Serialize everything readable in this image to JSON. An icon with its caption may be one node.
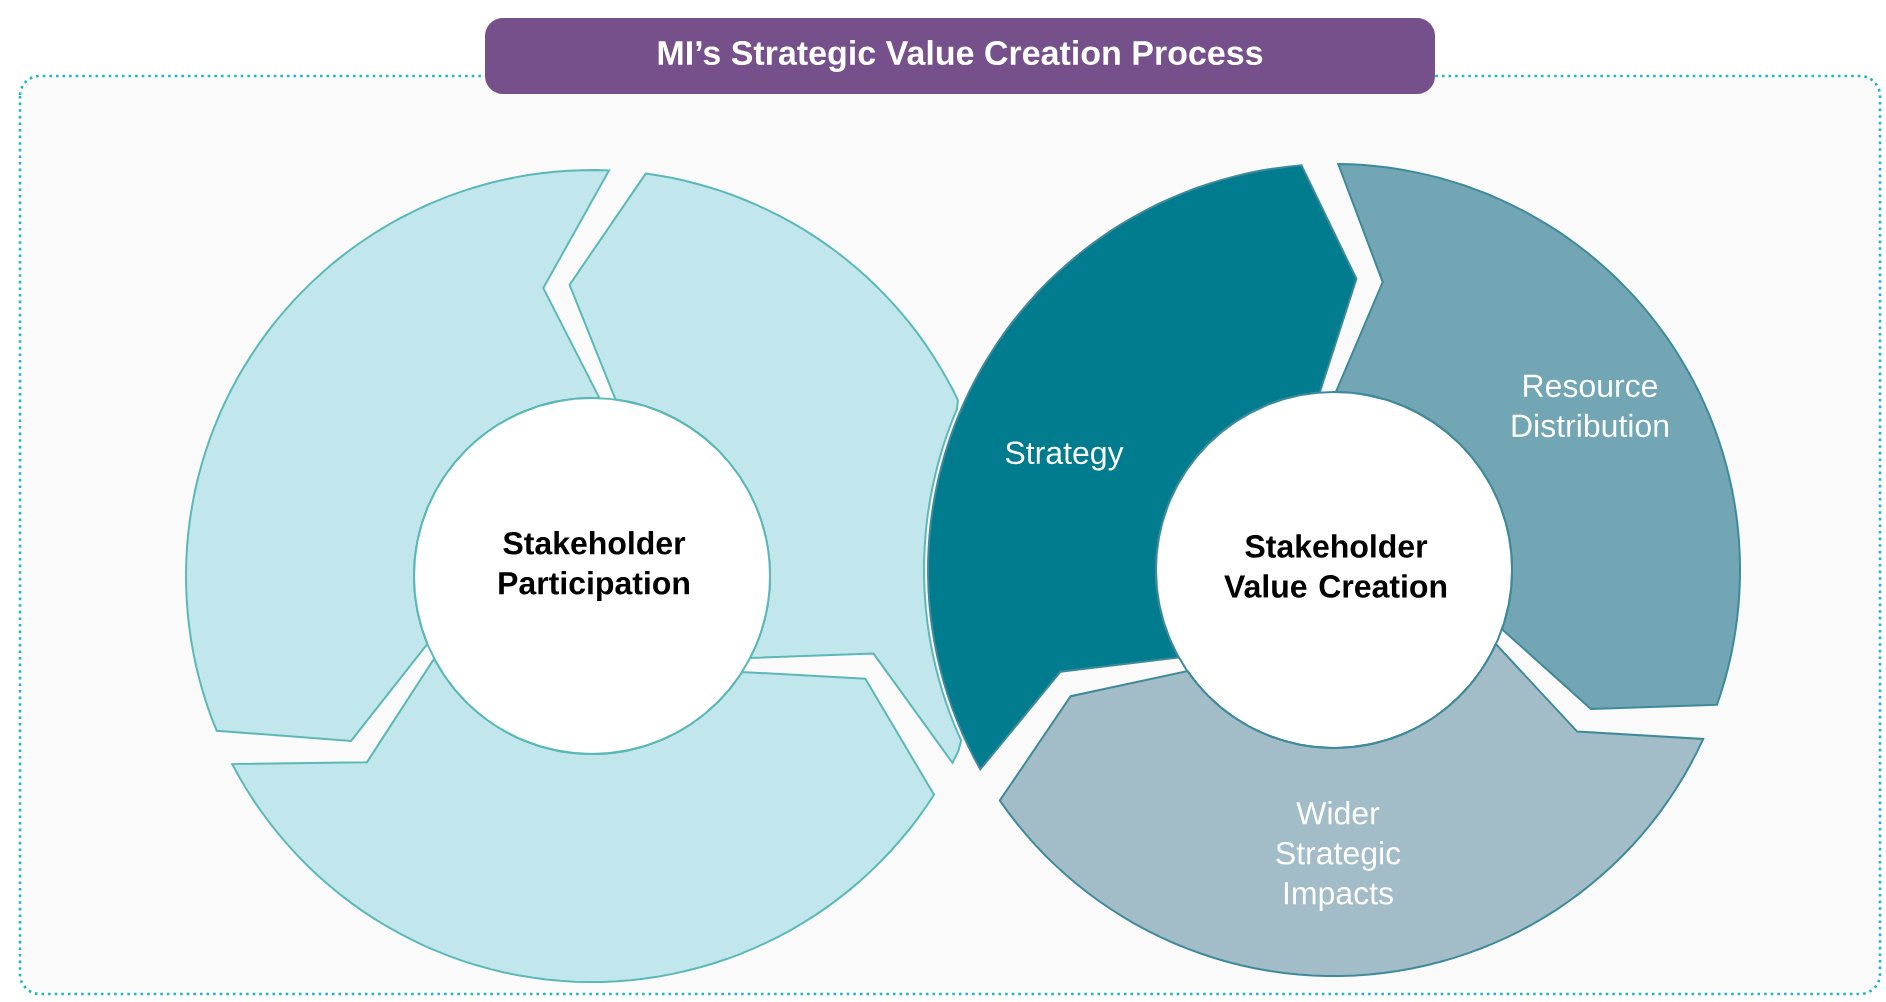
{
  "diagram": {
    "title": "MI’s Strategic Value Creation Process",
    "nodes": [
      {
        "text": [],
        "shape": "arc"
      },
      {
        "text": [],
        "shape": "arc"
      },
      {
        "text": [],
        "shape": "arc"
      },
      {
        "text": [
          "Stakeholder Participation"
        ]
      },
      {
        "text": [
          "Strategy"
        ]
      },
      {
        "text": [
          "Resource Distribution"
        ]
      },
      {
        "text": [
          "Stakeholder Value Creation"
        ]
      },
      {
        "text": [
          "Wider Strategic Impacts"
        ]
      }
    ],
    "edges": []
  }
}
